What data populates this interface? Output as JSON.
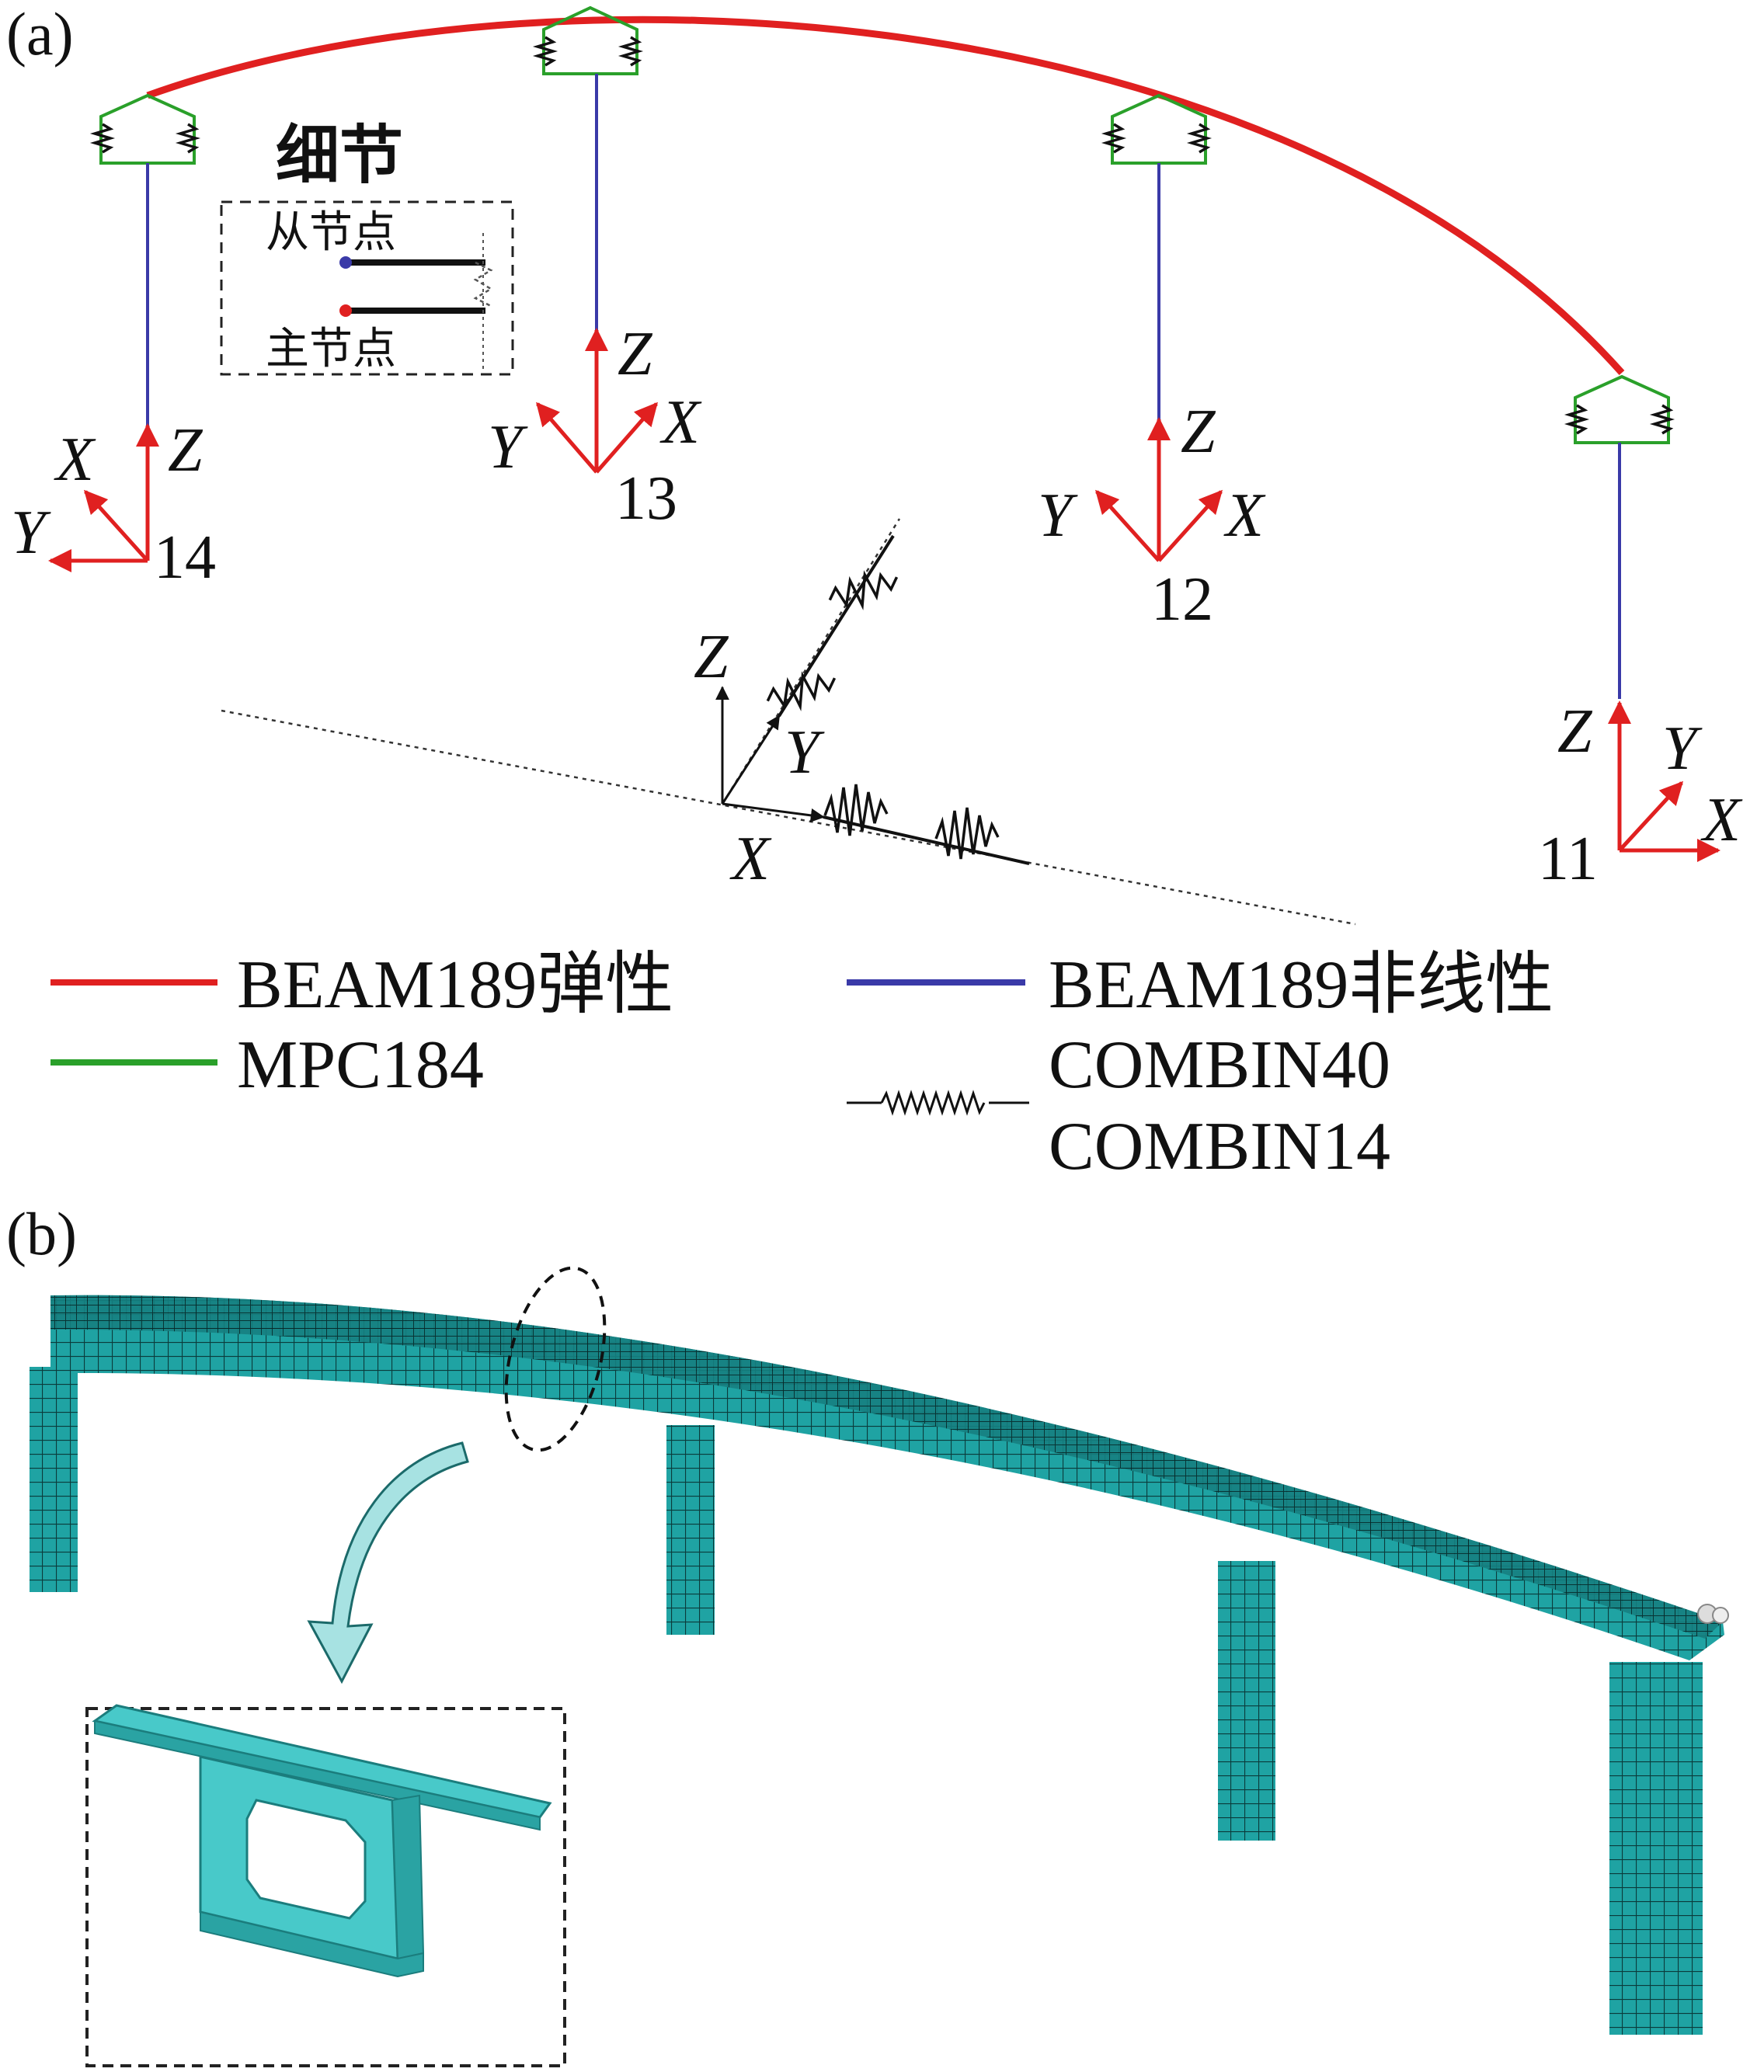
{
  "panel_a": {
    "label": "(a)",
    "detail": {
      "title": "细节",
      "slave": "从节点",
      "master": "主节点"
    },
    "nodes": [
      {
        "id": "14",
        "x_label": "X",
        "y_label": "Y",
        "z_label": "Z"
      },
      {
        "id": "13",
        "x_label": "X",
        "y_label": "Y",
        "z_label": "Z"
      },
      {
        "id": "12",
        "x_label": "X",
        "y_label": "Y",
        "z_label": "Z"
      },
      {
        "id": "11",
        "x_label": "X",
        "y_label": "Y",
        "z_label": "Z"
      }
    ],
    "bearing_axes": {
      "x_label": "X",
      "y_label": "Y",
      "z_label": "Z"
    },
    "legend": [
      {
        "label": "BEAM189弹性",
        "color": "#e02020",
        "style": "line"
      },
      {
        "label": "BEAM189非线性",
        "color": "#3a3aa8",
        "style": "line"
      },
      {
        "label": "MPC184",
        "color": "#2aa02a",
        "style": "line"
      },
      {
        "label": "COMBIN40",
        "label2": "COMBIN14",
        "color": "#111111",
        "style": "spring"
      }
    ],
    "colors": {
      "deck": "#e02020",
      "pier": "#3a3aa8",
      "mpc": "#2aa02a",
      "axis": "#e02020",
      "spring": "#111111"
    }
  },
  "panel_b": {
    "label": "(b)",
    "colors": {
      "mesh": "#1fa3a3",
      "mesh_line": "#0b3b3b",
      "inset_fill": "#48c9c9"
    }
  }
}
